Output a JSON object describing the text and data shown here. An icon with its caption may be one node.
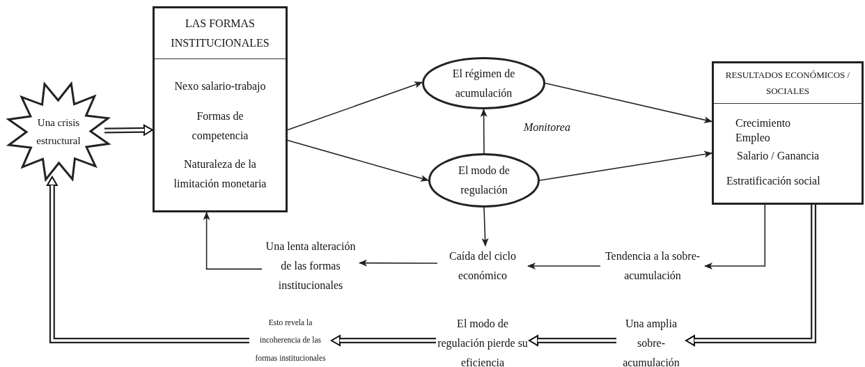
{
  "diagram": {
    "nodes": [
      {
        "text": [
          "Una crisis estructural"
        ]
      },
      {
        "text": [
          "LAS FORMAS INSTITUCIONALES",
          "Nexo salario-trabajo",
          "Formas de competencia",
          "Naturaleza de la limitación monetaria"
        ]
      },
      {
        "text": [
          "El régimen de acumulación"
        ]
      },
      {
        "text": [
          "El modo de regulación"
        ]
      },
      {
        "text": [
          "RESULTADOS ECONÓMICOS / SOCIALES",
          "Crecimiento",
          "Empleo",
          "Salario / Ganancia",
          "Estratificación social"
        ]
      },
      {
        "text": [
          "Una lenta alteración de las formas institucionales"
        ]
      },
      {
        "text": [
          "Caída del ciclo económico"
        ]
      },
      {
        "text": [
          "Tendencia a la sobre-acumulación"
        ]
      },
      {
        "text": [
          "Esto revela la incoherencia de las formas institucionales"
        ]
      },
      {
        "text": [
          "El modo de regulación pierde su eficiencia"
        ]
      },
      {
        "text": [
          "Una amplia sobre-acumulación"
        ]
      }
    ],
    "edges": [
      {
        "from": 0,
        "to": 1,
        "arrow": "to",
        "style": "thick"
      },
      {
        "from": 1,
        "to": 2,
        "arrow": "to"
      },
      {
        "from": 1,
        "to": 3,
        "arrow": "to"
      },
      {
        "from": 3,
        "to": 2,
        "arrow": "to"
      },
      {
        "from": 2,
        "to": 4,
        "arrow": "to"
      },
      {
        "from": 3,
        "to": 4,
        "arrow": "to"
      },
      {
        "from": 3,
        "to": 6,
        "arrow": "to"
      },
      {
        "from": 4,
        "to": 7,
        "arrow": "to"
      },
      {
        "from": 7,
        "to": 6,
        "arrow": "to"
      },
      {
        "from": 6,
        "to": 5,
        "arrow": "to"
      },
      {
        "from": 5,
        "to": 1,
        "arrow": "to"
      },
      {
        "from": 4,
        "to": 10,
        "arrow": "to",
        "style": "thick"
      },
      {
        "from": 10,
        "to": 9,
        "arrow": "to",
        "style": "thick"
      },
      {
        "from": 9,
        "to": 8,
        "arrow": "to",
        "style": "thick"
      },
      {
        "from": 8,
        "to": 0,
        "arrow": "to",
        "style": "thick"
      }
    ],
    "labels": [
      "Monitorea"
    ]
  }
}
